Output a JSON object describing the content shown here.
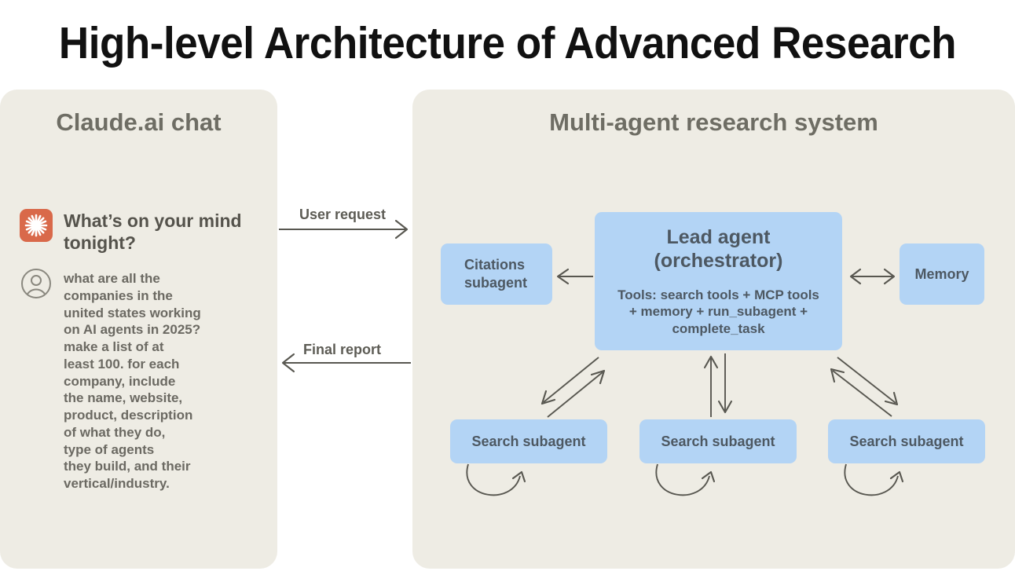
{
  "title": "High-level Architecture of Advanced Research",
  "panels": {
    "chat": {
      "heading": "Claude.ai chat",
      "greeting": "What’s on your\nmind tonight?",
      "greeting_icon": "claude-starburst-icon",
      "user_icon": "user-avatar-icon",
      "user_query": "what are all the\ncompanies in the\nunited states working\non AI agents in 2025?\nmake a list of at\nleast 100. for each\ncompany, include\nthe name, website,\nproduct, description\nof what they do,\ntype of agents\nthey build, and their\nvertical/industry."
    },
    "system": {
      "heading": "Multi-agent research system"
    }
  },
  "flow_labels": {
    "user_request": "User request",
    "final_report": "Final report"
  },
  "nodes": {
    "lead_agent": {
      "title": "Lead agent\n(orchestrator)",
      "tools": "Tools: search tools + MCP tools\n+ memory + run_subagent +\ncomplete_task"
    },
    "citations": {
      "label": "Citations\nsubagent"
    },
    "memory": {
      "label": "Memory"
    },
    "search_subagents": [
      {
        "label": "Search subagent"
      },
      {
        "label": "Search subagent"
      },
      {
        "label": "Search subagent"
      }
    ]
  },
  "colors": {
    "page_background": "#ffffff",
    "panel_background": "#eeece4",
    "node_blue": "#b3d4f5",
    "node_text": "#4d5862",
    "heading_text": "#6e6d64",
    "body_text": "#6b6962",
    "arrow": "#585750",
    "claude_orange": "#d9694a",
    "title_text": "#111111"
  }
}
